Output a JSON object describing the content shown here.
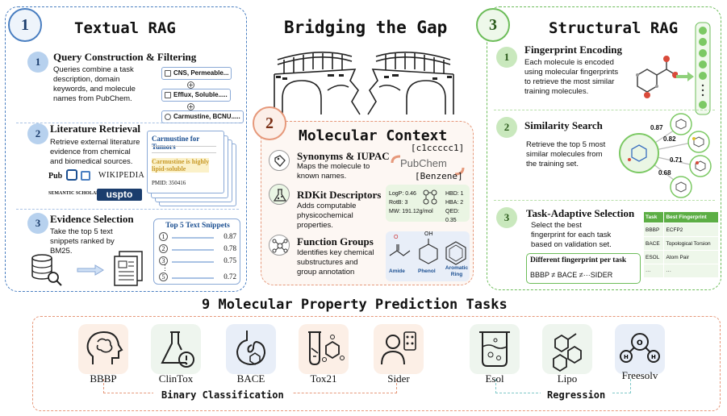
{
  "title": "Bridging the Gap",
  "textual_rag": {
    "badge": "1",
    "title": "Textual RAG",
    "steps": [
      {
        "num": "1",
        "title": "Query Construction & Filtering",
        "desc": [
          "Queries combine a task",
          "description, domain",
          "keywords, and molecule",
          "names from PubChem."
        ]
      },
      {
        "num": "2",
        "title": "Literature Retrieval",
        "desc": [
          "Retrieve external literature",
          "evidence from chemical",
          "and biomedical sources."
        ]
      },
      {
        "num": "3",
        "title": "Evidence Selection",
        "desc": [
          "Take the top 5 text",
          "snippets ranked by",
          "BM25."
        ]
      }
    ],
    "query_chips": [
      "CNS, Permeable...",
      "Efflux, Soluble.....",
      "Carmustine, BCNU....."
    ],
    "doc_title": "Carmustine for Tumors",
    "doc_highlight": [
      "Carmustine is highly",
      "lipid-soluble"
    ],
    "doc_pmid": "PMID: 350416",
    "sources": [
      "Pub",
      "WIKIPEDIA",
      "SEMANTIC SCHOLAR",
      "uspto"
    ],
    "snippets_title": "Top 5 Text Snippets",
    "snippets": [
      {
        "rank": "1",
        "score": "0.87"
      },
      {
        "rank": "2",
        "score": "0.78"
      },
      {
        "rank": "3",
        "score": "0.75"
      },
      {
        "rank": "5",
        "score": "0.72"
      }
    ],
    "snippet_ellipsis": "⋮"
  },
  "molecular_context": {
    "badge": "2",
    "title": "Molecular Context",
    "items": [
      {
        "title": "Synonyms & IUPAC",
        "desc": [
          "Maps the molecule to",
          "known names."
        ]
      },
      {
        "title": "RDKit Descriptors",
        "desc": [
          "Adds computable",
          "physicochemical",
          "properties."
        ]
      },
      {
        "title": "Function Groups",
        "desc": [
          "Identifies key chemical",
          "substructures and",
          "group annotation"
        ]
      }
    ],
    "smiles": "[c1ccccc1]",
    "pubchem": "PubChem",
    "pubchem_c": "C",
    "name": "[Benzene]",
    "descriptors_left": [
      "LogP: 0.46",
      "RotB: 3",
      "MW: 191.12g/mol"
    ],
    "descriptors_right": [
      "HBD: 1",
      "HBA: 2",
      "QED: 0.35"
    ],
    "groups": [
      "Amide",
      "Phenol",
      "Aromatic Ring"
    ],
    "phenol_oh": "OH",
    "amide_o": "O"
  },
  "structural_rag": {
    "badge": "3",
    "title": "Structural RAG",
    "steps": [
      {
        "num": "1",
        "title": "Fingerprint Encoding",
        "desc": [
          "Each molecule is encoded",
          "using molecular fingerprints",
          "to retrieve the most similar",
          "training molecules."
        ]
      },
      {
        "num": "2",
        "title": "Similarity Search",
        "desc": [
          "Retrieve the top 5 most",
          "similar molecules from",
          "the training set."
        ]
      },
      {
        "num": "3",
        "title": "Task-Adaptive Selection",
        "desc": [
          "Select the best",
          "fingerprint for each task",
          "based on validation set."
        ]
      }
    ],
    "similarities": [
      "0.87",
      "0.82",
      "0.71",
      "0.68"
    ],
    "diff_title": "Different fingerprint per task",
    "diff_formula": "BBBP ≠  BACE ≠···SIDER",
    "table_headers": [
      "Task",
      "Best Fingerprint"
    ],
    "table_rows": [
      [
        "BBBP",
        "ECFP2"
      ],
      [
        "BACE",
        "Topological Torsion"
      ],
      [
        "ESOL",
        "Atom Pair"
      ],
      [
        "···",
        "···"
      ]
    ]
  },
  "tasks": {
    "title": "9 Molecular Property Prediction Tasks",
    "classification_label": "Binary Classification",
    "regression_label": "Regression",
    "classification": [
      {
        "name": "BBBP",
        "color": "#fcefe6"
      },
      {
        "name": "ClinTox",
        "color": "#eef5ee"
      },
      {
        "name": "BACE",
        "color": "#e8eef8"
      },
      {
        "name": "Tox21",
        "color": "#fcefe6"
      },
      {
        "name": "Sider",
        "color": "#fcefe6"
      }
    ],
    "regression": [
      {
        "name": "Esol",
        "color": "#eef5ee"
      },
      {
        "name": "Lipo",
        "color": "#eef5ee"
      },
      {
        "name": "Freesolv",
        "color": "#e8eef8"
      }
    ]
  },
  "colors": {
    "blue": "#4a7fc1",
    "orange": "#e6987a",
    "green": "#6dbd5a"
  }
}
